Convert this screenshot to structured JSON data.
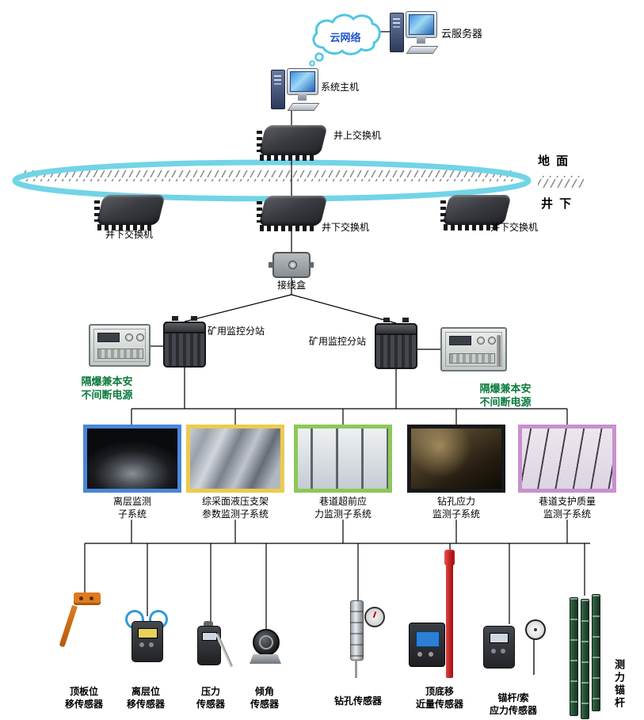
{
  "colors": {
    "ring": "#72d4e6",
    "cloud_text": "#1e56c8",
    "ups_text": "#0a7a3c",
    "roof_sensor_orange": "#e07a1e",
    "convergence_pole_red": "#cc2020",
    "force_anchor_green": "#2f5e40",
    "cable_blue": "#2e9ad8",
    "subsystem_frames": [
      "#4a86d8",
      "#eccb4e",
      "#8cc859",
      "#17181a",
      "#c791cd"
    ]
  },
  "top": {
    "cloud_label": "云网络",
    "cloud_server_label": "云服务器",
    "system_host_label": "系统主机",
    "surface_switch_label": "井上交换机",
    "ground_label": "地  面",
    "underground_label": "井  下"
  },
  "switches": {
    "left": "井下交换机",
    "middle": "井下交换机",
    "right": "井下交换机"
  },
  "junction": {
    "label": "接线盒"
  },
  "substations": {
    "left": "矿用监控分站",
    "right": "矿用监控分站"
  },
  "ups": {
    "left": "隔爆兼本安\n不间断电源",
    "right": "隔爆兼本安\n不间断电源"
  },
  "subsystems": [
    {
      "label": "离层监测\n子系统",
      "frame_color": "#4a86d8",
      "image": "tunnel-photo"
    },
    {
      "label": "综采面液压支架\n参数监测子系统",
      "frame_color": "#eccb4e",
      "image": "hydraulic-support-photo"
    },
    {
      "label": "巷道超前应\n力监测子系统",
      "frame_color": "#8cc859",
      "image": "stress-meter-photo"
    },
    {
      "label": "钻孔应力\n监测子系统",
      "frame_color": "#17181a",
      "image": "mine-tunnel-photo"
    },
    {
      "label": "巷道支护质量\n监测子系统",
      "frame_color": "#c791cd",
      "image": "anchor-tools-photo"
    }
  ],
  "sensors": [
    {
      "label": "顶板位\n移传感器"
    },
    {
      "label": "离层位\n移传感器"
    },
    {
      "label": "压力\n传感器"
    },
    {
      "label": "倾角\n传感器"
    },
    {
      "label": "钻孔传感器"
    },
    {
      "label": "顶底移\n近量传感器"
    },
    {
      "label": "锚杆/索\n应力传感器"
    },
    {
      "label": "测力锚杆"
    }
  ]
}
